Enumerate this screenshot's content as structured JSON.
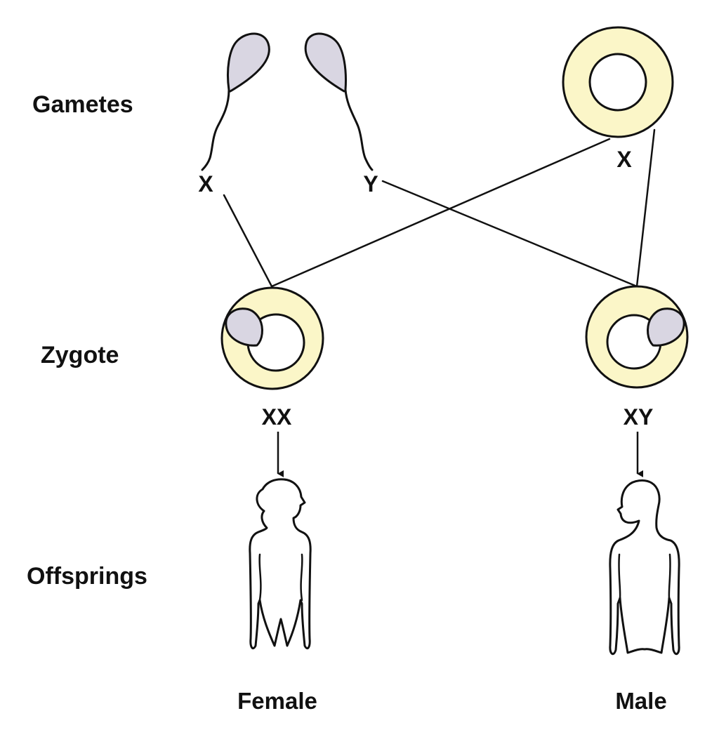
{
  "rows": {
    "gametes": "Gametes",
    "zygote": "Zygote",
    "offsprings": "Offsprings"
  },
  "gametes": {
    "sperm_1": "X",
    "sperm_2": "Y",
    "egg": "X"
  },
  "zygotes": {
    "left": "XX",
    "right": "XY"
  },
  "offspring": {
    "left": "Female",
    "right": "Male"
  },
  "colors": {
    "cytoplasm": "#FBF6C8",
    "nucleus_head": "#D9D6E2",
    "outline": "#111111",
    "background": "#FFFFFF"
  }
}
